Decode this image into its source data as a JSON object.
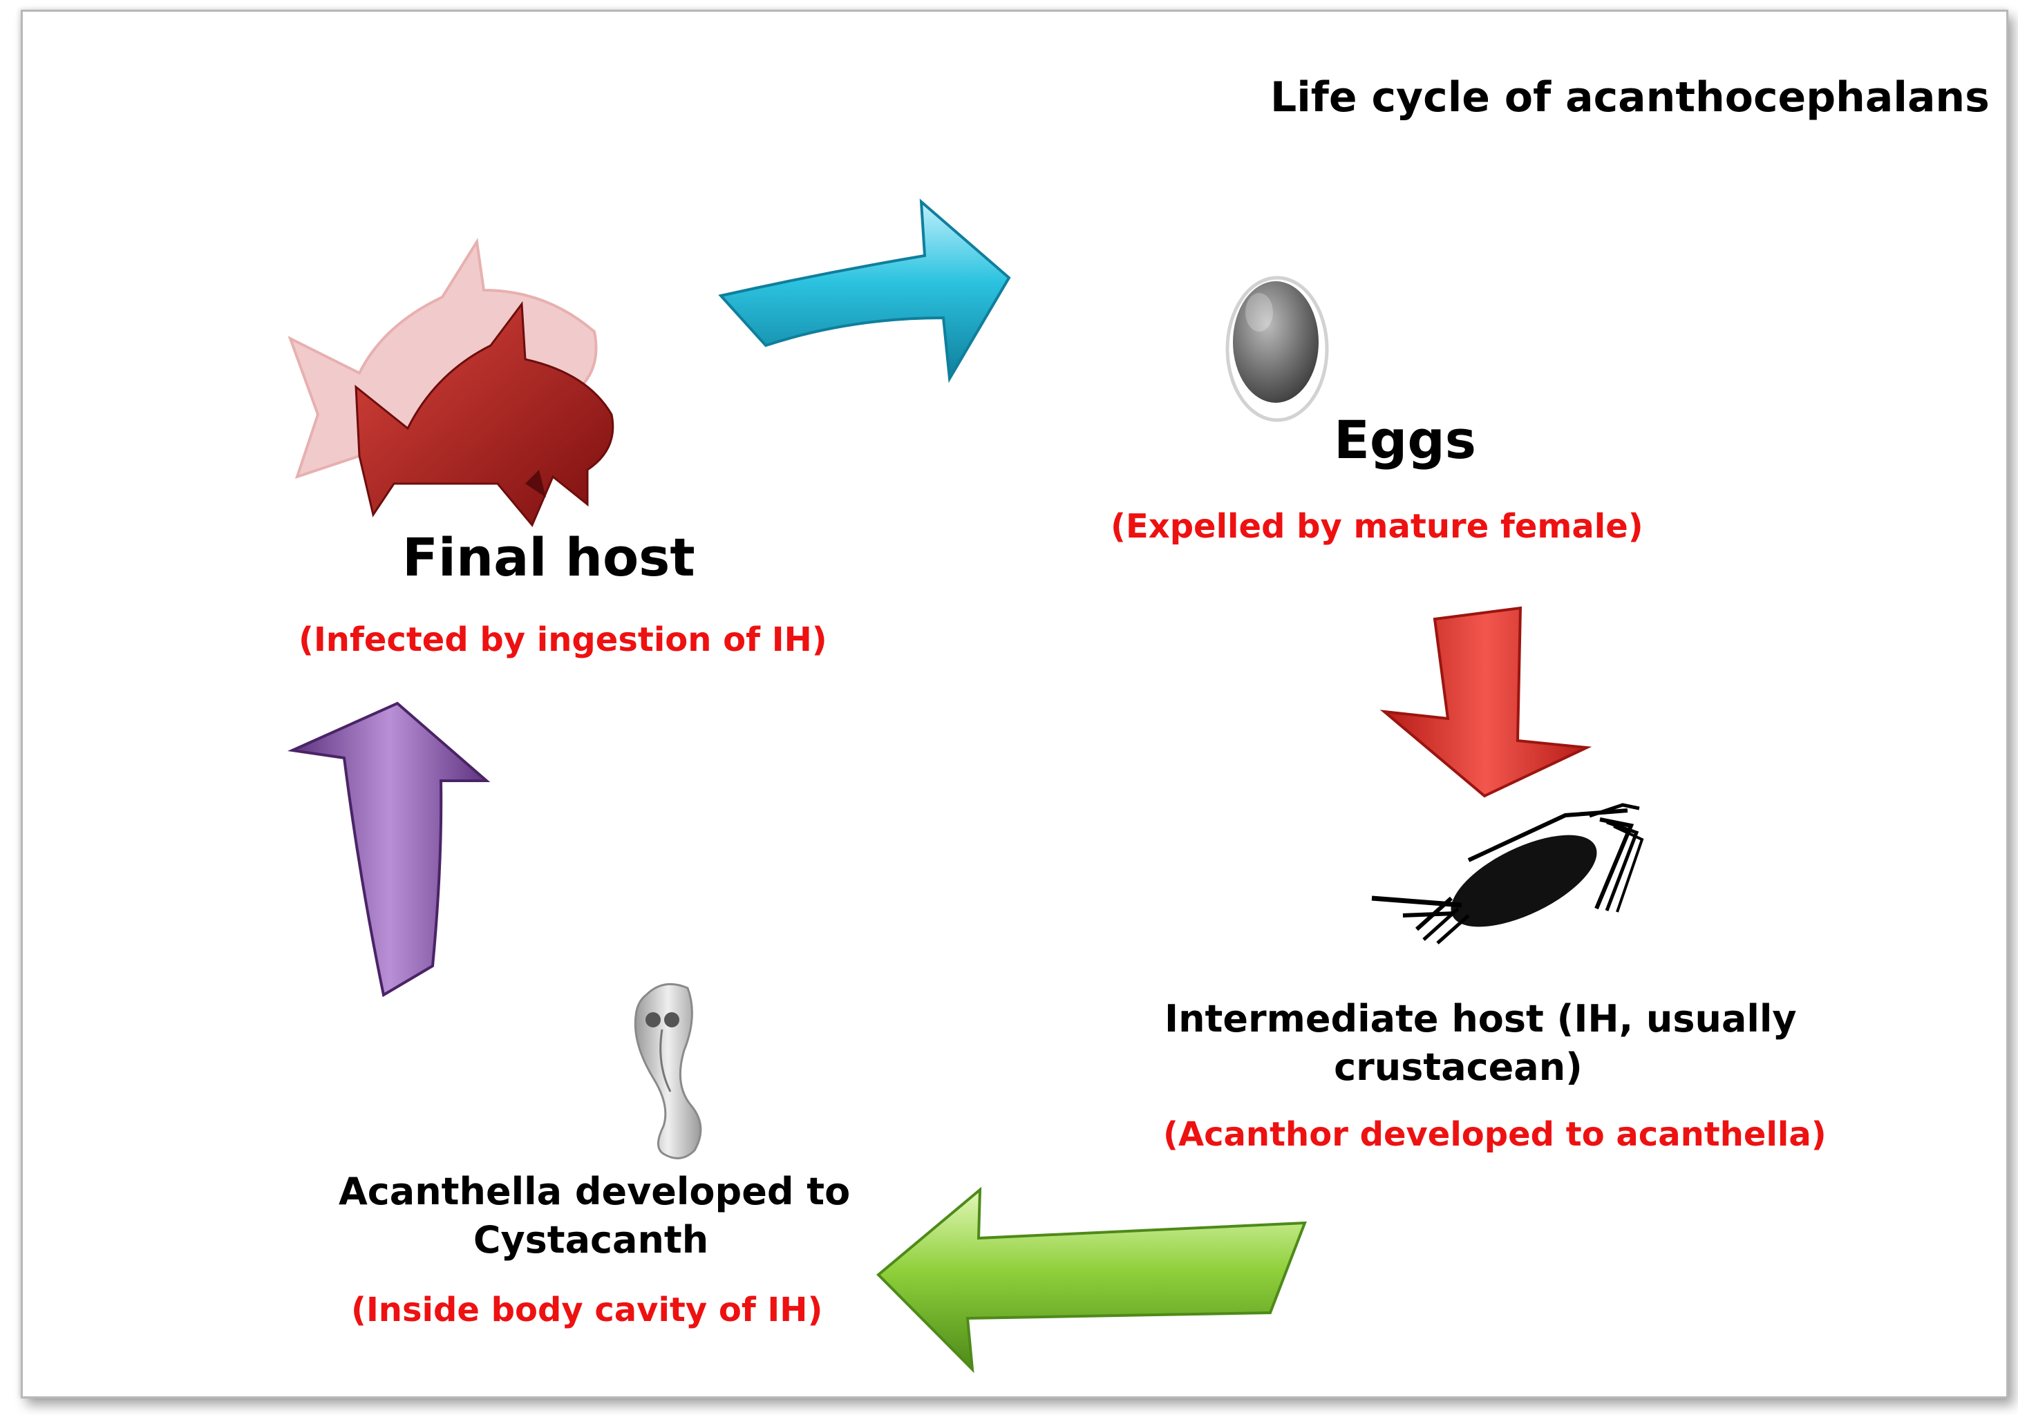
{
  "title": "Life cycle of acanthocephalans",
  "stages": {
    "final_host": {
      "label": "Final host",
      "note": "(Infected by ingestion of IH)"
    },
    "eggs": {
      "label": "Eggs",
      "note": "(Expelled by mature female)"
    },
    "intermediate_host": {
      "label_line1": "Intermediate host (IH, usually",
      "label_line2": "crustacean)",
      "note": "(Acanthor developed to acanthella)"
    },
    "cystacanth": {
      "label_line1": "Acanthella developed to",
      "label_line2": "Cystacanth",
      "note": "(Inside body cavity of IH)"
    }
  },
  "arrows": {
    "fish_to_eggs": "#22b8d4",
    "eggs_to_ih": "#e8332c",
    "ih_to_cystacanth": "#8cc63f",
    "cystacanth_to_fish": "#8e5aa8"
  },
  "icons": [
    "fish-icon",
    "egg-icon",
    "crustacean-icon",
    "cystacanth-icon"
  ]
}
